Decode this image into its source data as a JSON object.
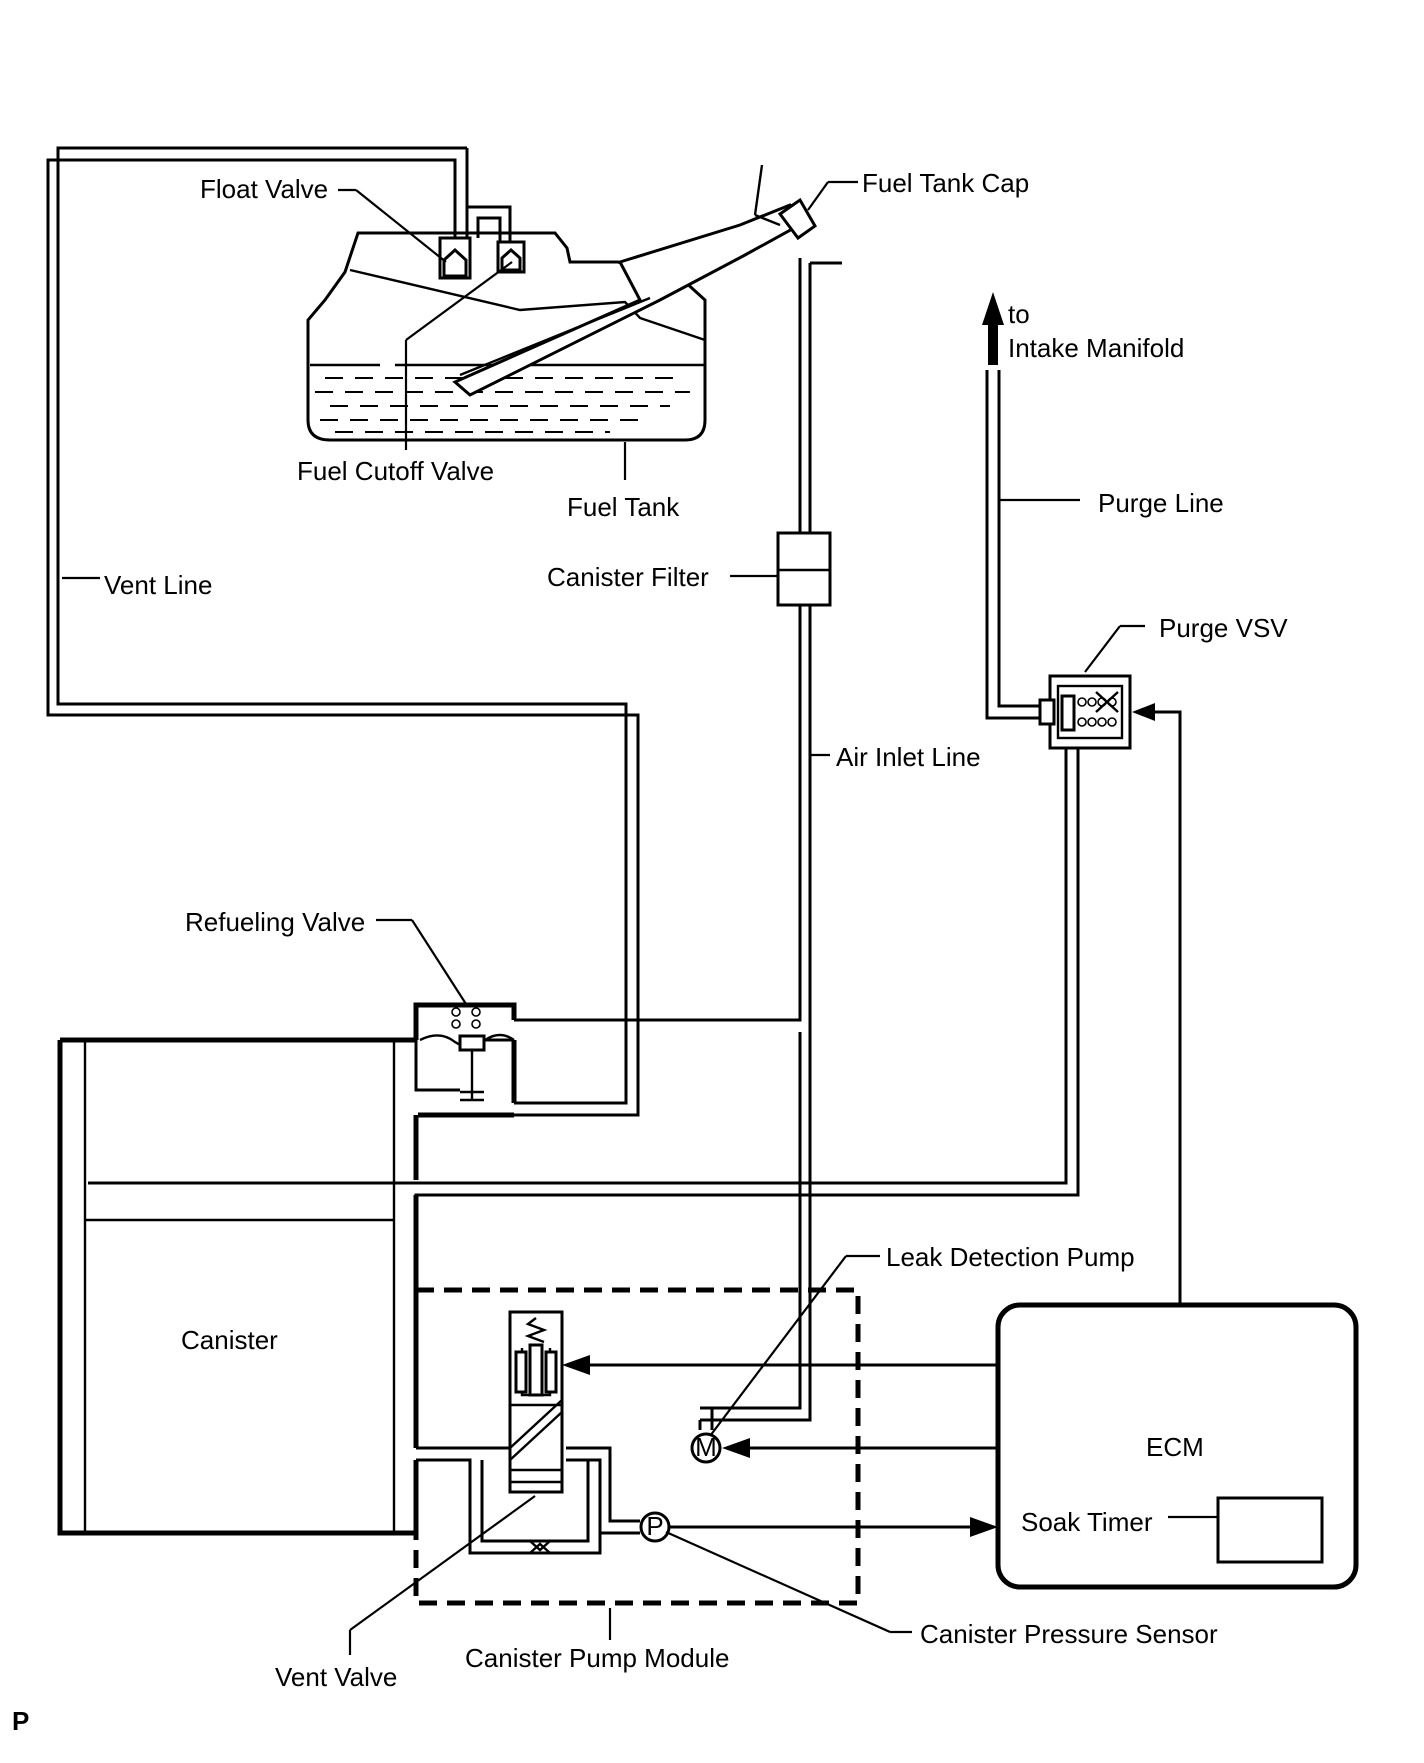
{
  "labels": {
    "float_valve": "Float Valve",
    "fuel_tank_cap": "Fuel Tank Cap",
    "to": "to",
    "intake_manifold": "Intake Manifold",
    "fuel_cutoff_valve": "Fuel Cutoff Valve",
    "fuel_tank": "Fuel Tank",
    "purge_line": "Purge Line",
    "vent_line": "Vent Line",
    "canister_filter": "Canister Filter",
    "purge_vsv": "Purge VSV",
    "air_inlet_line": "Air Inlet Line",
    "refueling_valve": "Refueling Valve",
    "leak_detection_pump": "Leak Detection Pump",
    "canister": "Canister",
    "ecm": "ECM",
    "soak_timer": "Soak Timer",
    "vent_valve": "Vent Valve",
    "canister_pump_module": "Canister Pump Module",
    "canister_pressure_sensor": "Canister Pressure Sensor",
    "corner_mark": "P",
    "motor_symbol": "M",
    "pressure_symbol": "P"
  }
}
